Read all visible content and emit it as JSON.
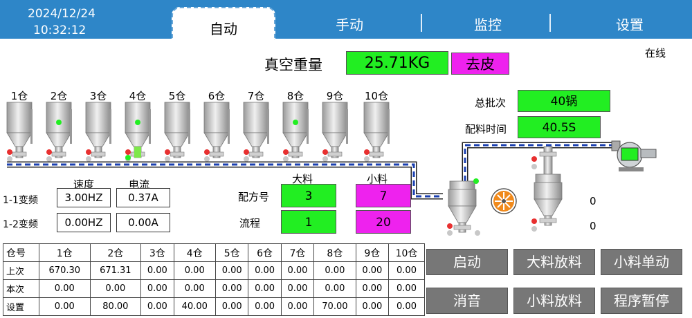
{
  "header": {
    "date": "2024/12/24",
    "time": "10:32:12",
    "tabs": [
      {
        "label": "自动",
        "active": true
      },
      {
        "label": "手动",
        "active": false
      },
      {
        "label": "监控",
        "active": false
      },
      {
        "label": "设置",
        "active": false
      }
    ]
  },
  "status": {
    "online": "在线"
  },
  "vacuum": {
    "label": "真空重量",
    "value": "25.71KG",
    "tare_label": "去皮"
  },
  "silos": [
    {
      "label": "1仓",
      "indicator": "off"
    },
    {
      "label": "2仓",
      "indicator": "on"
    },
    {
      "label": "3仓",
      "indicator": "off"
    },
    {
      "label": "4仓",
      "indicator": "on"
    },
    {
      "label": "5仓",
      "indicator": "off"
    },
    {
      "label": "6仓",
      "indicator": "off"
    },
    {
      "label": "7仓",
      "indicator": "off"
    },
    {
      "label": "8仓",
      "indicator": "on"
    },
    {
      "label": "9仓",
      "indicator": "off"
    },
    {
      "label": "10仓",
      "indicator": "off"
    }
  ],
  "batch": {
    "total_label": "总批次",
    "total_value": "40锅",
    "time_label": "配料时间",
    "time_value": "40.5S"
  },
  "vfd": {
    "speed_header": "速度",
    "current_header": "电流",
    "rows": [
      {
        "label": "1-1变频",
        "speed": "3.00HZ",
        "current": "0.37A"
      },
      {
        "label": "1-2变频",
        "speed": "0.00HZ",
        "current": "0.00A"
      }
    ]
  },
  "recipe": {
    "big_header": "大料",
    "small_header": "小料",
    "recipe_label": "配方号",
    "recipe_big": "3",
    "recipe_small": "7",
    "flow_label": "流程",
    "flow_big": "1",
    "flow_small": "20"
  },
  "hoppers": {
    "value1": "0",
    "value2": "0"
  },
  "table": {
    "headers": [
      "仓号",
      "1仓",
      "2仓",
      "3仓",
      "4仓",
      "5仓",
      "6仓",
      "7仓",
      "8仓",
      "9仓",
      "10仓"
    ],
    "rows": [
      [
        "上次",
        "670.30",
        "671.31",
        "0.00",
        "0.00",
        "0.00",
        "0.00",
        "0.00",
        "0.00",
        "0.00",
        "0.00"
      ],
      [
        "本次",
        "0.00",
        "0.00",
        "0.00",
        "0.00",
        "0.00",
        "0.00",
        "0.00",
        "0.00",
        "0.00",
        "0.00"
      ],
      [
        "设置",
        "0.00",
        "80.00",
        "0.00",
        "40.00",
        "0.00",
        "0.00",
        "0.00",
        "70.00",
        "0.00",
        "0.00"
      ]
    ]
  },
  "buttons": {
    "start": "启动",
    "big_discharge": "大料放料",
    "small_single": "小料单动",
    "mute": "消音",
    "small_discharge": "小料放料",
    "pause": "程序暂停"
  },
  "colors": {
    "header": "#2e86c8",
    "green": "#22ee22",
    "magenta": "#ee22ee",
    "button": "#777777",
    "silo": "#c8c8c8",
    "pipe": "#1a3fb0"
  }
}
